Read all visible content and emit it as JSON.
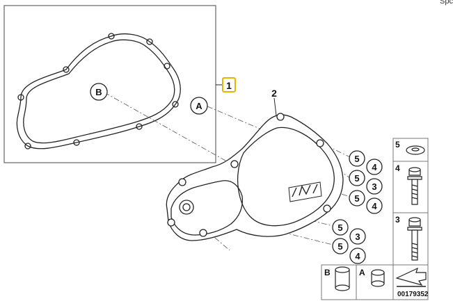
{
  "header": {
    "corner_text": "Spc"
  },
  "callouts": {
    "part_1": "1",
    "part_2": "2",
    "ref_a": "A",
    "ref_b": "B"
  },
  "bubbles": [
    {
      "left": "5",
      "right": "4"
    },
    {
      "left": "5",
      "right": "3"
    },
    {
      "left": "5",
      "right": "4"
    },
    {
      "left": "5",
      "right": "3"
    },
    {
      "left": "5",
      "right": "4"
    }
  ],
  "legend": {
    "items": [
      {
        "num": "5",
        "part": "washer"
      },
      {
        "num": "4",
        "part": "bolt-short"
      },
      {
        "num": "3",
        "part": "bolt-long"
      }
    ],
    "bottom": [
      {
        "letter": "B",
        "part": "dowel-sleeve-long"
      },
      {
        "letter": "A",
        "part": "dowel-sleeve-short"
      }
    ]
  },
  "colors": {
    "highlight": "#e8b400",
    "line": "#222222"
  },
  "diagram_number": "00179352"
}
